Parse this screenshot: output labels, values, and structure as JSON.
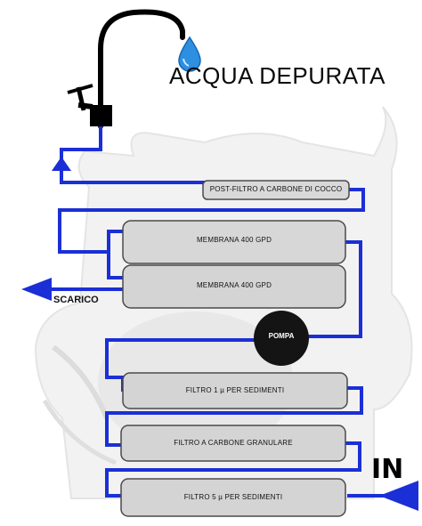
{
  "title": "ACQUA DEPURATA",
  "outlet_label": "SCARICO",
  "inlet_label": "IN",
  "pump_label": "POMPA",
  "filters": [
    {
      "label": "POST-FILTRO A CARBONE DI COCCO"
    },
    {
      "label": "MEMBRANA 400 GPD"
    },
    {
      "label": "MEMBRANA 400 GPD"
    },
    {
      "label": "FILTRO 1 µ PER SEDIMENTI"
    },
    {
      "label": "FILTRO A CARBONE GRANULARE"
    },
    {
      "label": "FILTRO 5 µ PER SEDIMENTI"
    }
  ],
  "colors": {
    "pipe": "#1b2fd6",
    "filter_fill": "#d4d4d4",
    "filter_stroke": "#4a4a4a",
    "pump": "#141414",
    "background_art": "#ececec",
    "drop": "#2d8fe0"
  },
  "icons": [
    "water-drop-icon",
    "faucet-icon"
  ]
}
